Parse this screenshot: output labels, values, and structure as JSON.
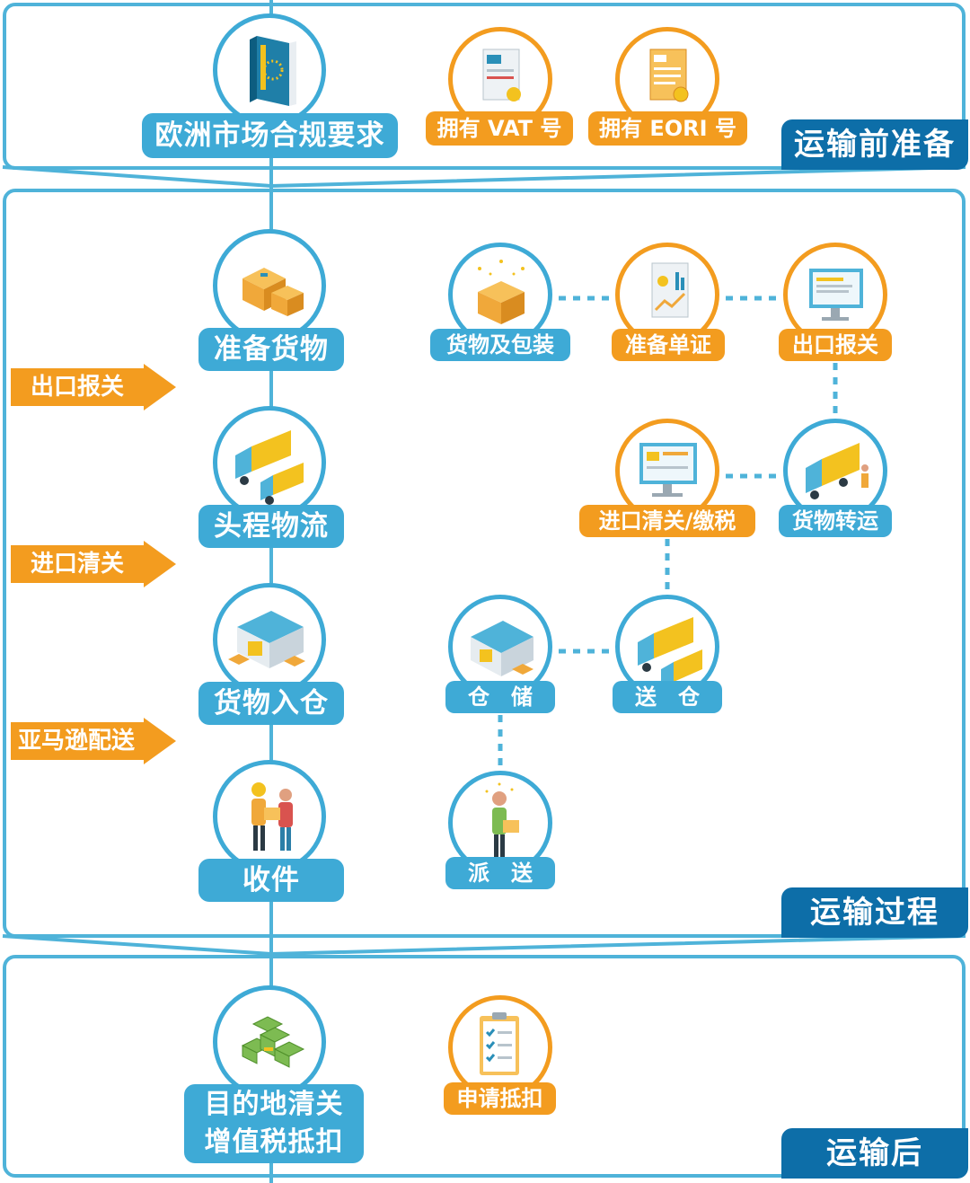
{
  "sections": {
    "pre": {
      "title": "运输前准备"
    },
    "process": {
      "title": "运输过程"
    },
    "post": {
      "title": "运输后"
    }
  },
  "main_steps": {
    "eu_compliance": "欧洲市场合规要求",
    "prepare_goods": "准备货物",
    "first_leg": "头程物流",
    "warehousing": "货物入仓",
    "receive": "收件",
    "destination_line1": "目的地清关",
    "destination_line2": "增值税抵扣"
  },
  "pre_items": {
    "vat": "拥有 VAT 号",
    "eori": "拥有 EORI 号"
  },
  "side_arrows": {
    "export": "出口报关",
    "import": "进口清关",
    "amazon": "亚马逊配送"
  },
  "flow": {
    "packaging": "货物及包装",
    "documents": "准备单证",
    "export_declaration": "出口报关",
    "transfer": "货物转运",
    "import_tax": "进口清关/缴税",
    "to_warehouse": "送　仓",
    "storage": "仓　储",
    "delivery": "派　送",
    "apply_deduction": "申请抵扣"
  },
  "icons": {
    "book": "eu-book-icon",
    "vat_doc": "vat-document-icon",
    "eori_doc": "eori-document-icon",
    "boxes": "boxes-icon",
    "trucks": "trucks-icon",
    "warehouse": "warehouse-icon",
    "handover": "handover-people-icon",
    "money": "money-stack-icon",
    "package": "package-icon",
    "report": "report-document-icon",
    "monitor": "monitor-icon",
    "courier": "courier-icon",
    "clipboard": "clipboard-icon"
  },
  "colors": {
    "blue": "#3eaad6",
    "dark_blue": "#0d6ea8",
    "orange": "#f39c1f"
  }
}
